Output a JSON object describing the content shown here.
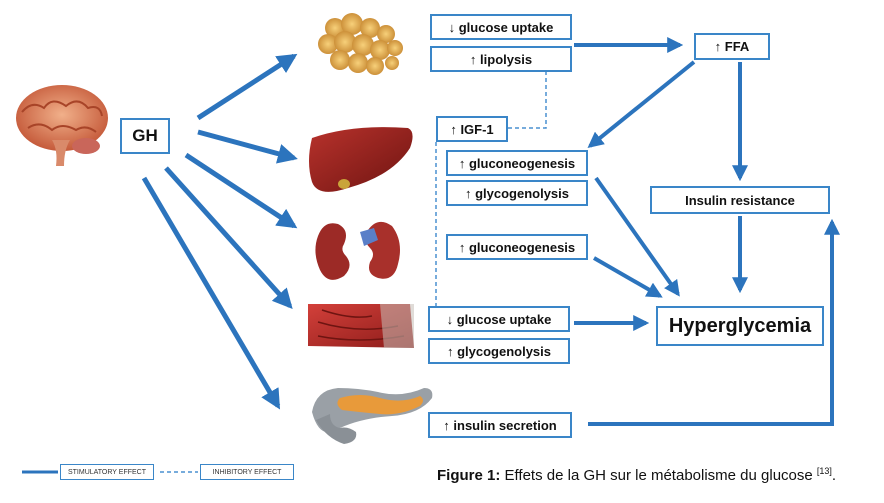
{
  "nodes": {
    "gh": "GH",
    "adipose_glucose_uptake": "↓ glucose uptake",
    "adipose_lipolysis": "↑ lipolysis",
    "ffa": "↑ FFA",
    "igf1": "↑ IGF-1",
    "liver_gluconeogenesis": "↑ gluconeogenesis",
    "liver_glycogenolysis": "↑ glycogenolysis",
    "insulin_resistance": "Insulin resistance",
    "kidney_gluconeogenesis": "↑ gluconeogenesis",
    "muscle_glucose_uptake": "↓ glucose uptake",
    "muscle_glycogenolysis": "↑ glycogenolysis",
    "hyperglycemia": "Hyperglycemia",
    "insulin_secretion": "↑ insulin secretion"
  },
  "legend": {
    "stimulatory": "Stimulatory effect",
    "inhibitory": "Inhibitory effect"
  },
  "caption": {
    "label": "Figure 1:",
    "text": " Effets de la GH sur le métabolisme du glucose ",
    "ref": "[13]",
    "end": "."
  },
  "organs": [
    "brain",
    "adipose-tissue",
    "liver",
    "kidney",
    "muscle",
    "pancreas"
  ],
  "colors": {
    "arrow": "#2c74bd",
    "box_border": "#3a86c8",
    "dashed": "#4a90d0"
  }
}
